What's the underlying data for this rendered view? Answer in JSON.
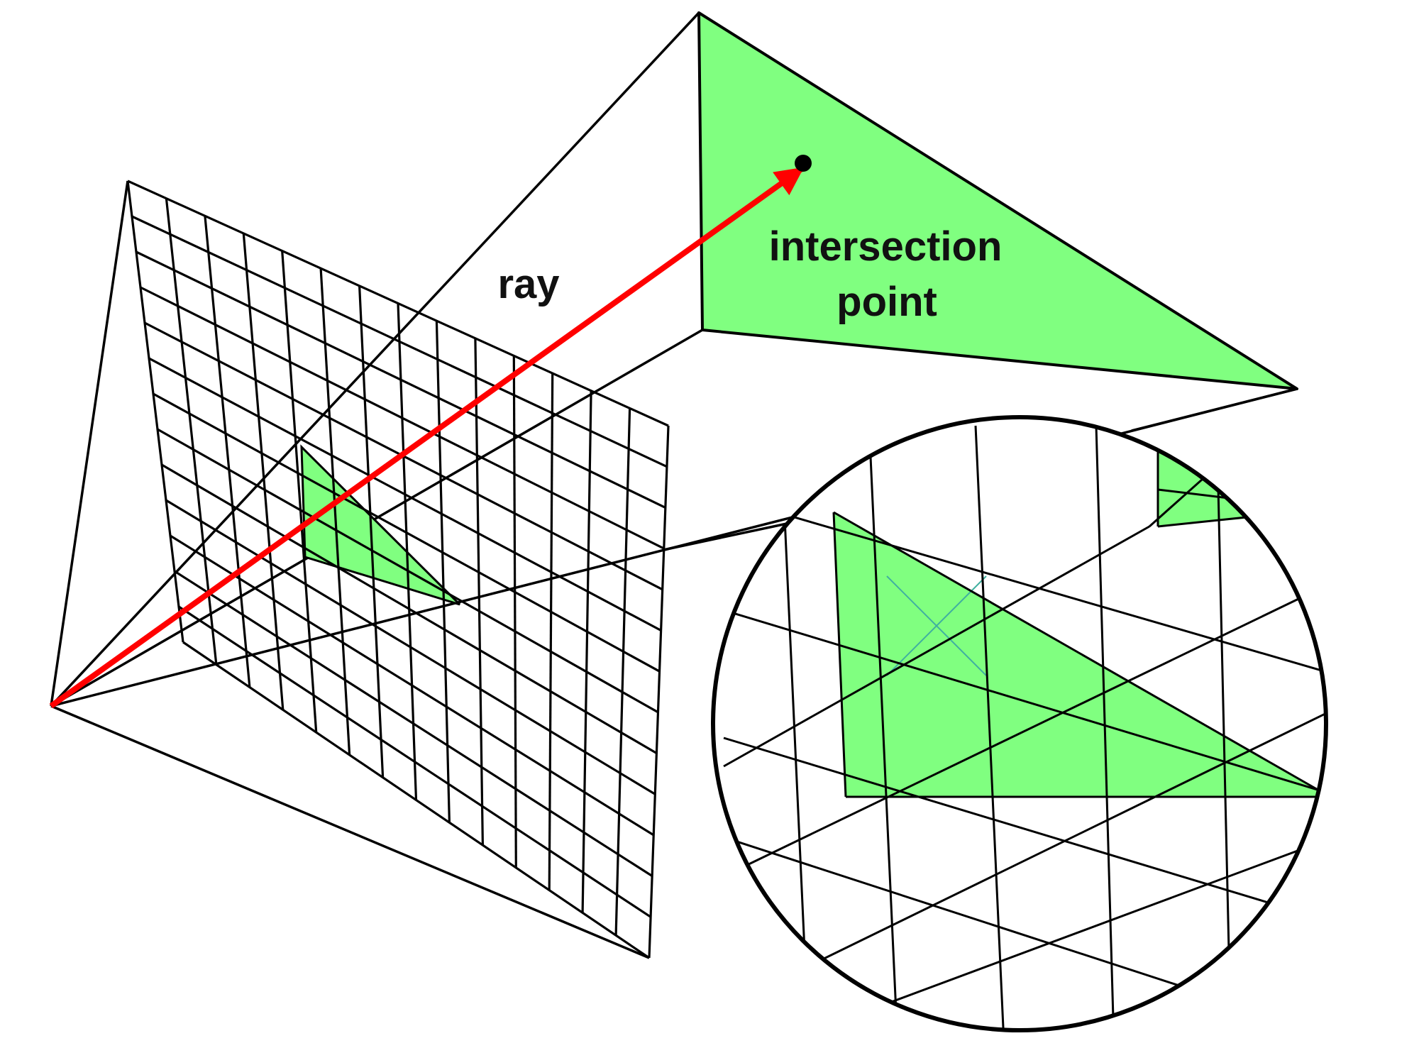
{
  "labels": {
    "ray": "ray",
    "intersection_line1": "intersection",
    "intersection_line2": "point"
  },
  "colors": {
    "triangle_fill": "#80ff80",
    "ray": "#ff0000",
    "line": "#000000",
    "pixel_diagonals": "#40b0a0",
    "background": "#ffffff"
  },
  "grid": {
    "columns": 14,
    "rows": 13
  }
}
